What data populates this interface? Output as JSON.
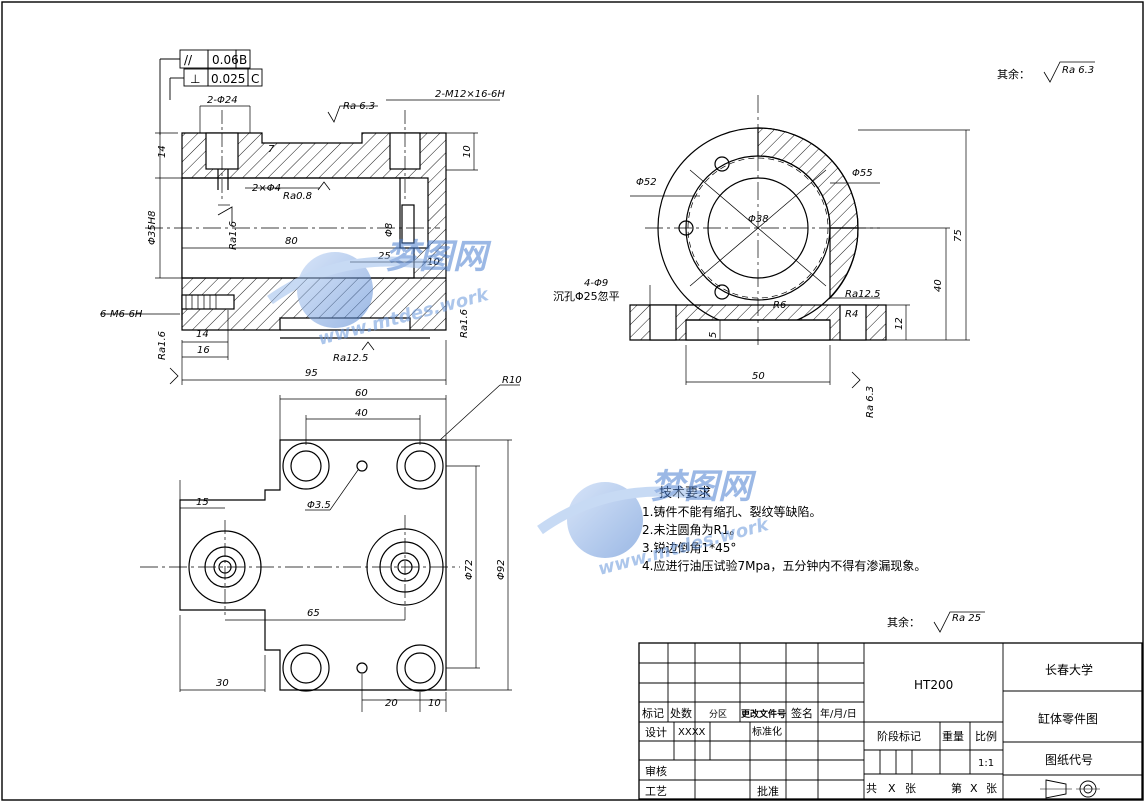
{
  "roughness": {
    "top_right_label": "其余：",
    "top_right_value": "Ra 6.3",
    "mid_right_label": "其余：",
    "mid_right_value": "Ra 25",
    "ra_63": "Ra 6.3",
    "ra_08": "Ra0.8",
    "ra_16a": "Ra1.6",
    "ra_16b": "Ra1.6",
    "ra_16c": "Ra1.6",
    "ra_125a": "Ra12.5",
    "ra_125b": "Ra12.5",
    "ra_63b": "Ra 6.3"
  },
  "tolerance": {
    "parallel_symbol": "//",
    "parallel_value": "0.06",
    "parallel_datum": "B",
    "perp_symbol": "⊥",
    "perp_value": "0.025",
    "perp_datum": "C"
  },
  "front_view": {
    "holes_2phi24": "2-Φ24",
    "thread_m12": "2-M12×16-6H",
    "dim_14": "14",
    "dim_7": "7",
    "dim_10": "10",
    "holes_2phi4": "2×Φ4",
    "dim_phi35": "Φ35H8",
    "dim_80": "80",
    "dim_phi8": "Φ8",
    "dim_25": "25",
    "dim_10b": "10",
    "thread_m6": "6-M6-6H",
    "dim_14b": "14",
    "dim_16": "16",
    "dim_95": "95"
  },
  "side_view": {
    "phi52": "Φ52",
    "phi55": "Φ55",
    "phi38": "Φ38",
    "dim_75": "75",
    "dim_40": "40",
    "holes_4phi9": "4-Φ9",
    "counterbore": "沉孔Φ25忽平",
    "r6": "R6",
    "r4": "R4",
    "dim_12": "12",
    "dim_5": "5",
    "dim_50": "50"
  },
  "top_view": {
    "r10": "R10",
    "dim_60": "60",
    "dim_40": "40",
    "dim_15": "15",
    "phi35": "Φ3.5",
    "dim_65": "65",
    "phi72": "Φ72",
    "phi92": "Φ92",
    "dim_30": "30",
    "dim_20": "20",
    "dim_10": "10"
  },
  "tech_requirements": {
    "title": "技术要求",
    "items": [
      "1.铸件不能有缩孔、裂纹等缺陷。",
      "2.未注圆角为R1。",
      "3.锐边倒角1*45°",
      "4.应进行油压试验7Mpa，五分钟内不得有渗漏现象。"
    ]
  },
  "title_block": {
    "material": "HT200",
    "university": "长春大学",
    "drawing_name": "缸体零件图",
    "drawing_code": "图纸代号",
    "biaoji": "标记",
    "chushu": "处数",
    "fenqu": "分区",
    "gengai": "更改文件号",
    "qianming": "签名",
    "nianyueri": "年/月/日",
    "sheji": "设计",
    "designer": "XXXX",
    "biaozhunhua": "标准化",
    "jieduan": "阶段标记",
    "zhongliang": "重量",
    "bili": "比例",
    "scale": "1:1",
    "shenhe": "审核",
    "gongyi": "工艺",
    "pizhun": "批准",
    "gong": "共",
    "x1": "X",
    "zhang1": "张",
    "di": "第",
    "x2": "X",
    "zhang2": "张"
  },
  "watermark": {
    "brand": "梦图网",
    "url1": "www.mtdes.work",
    "url2": "www.mtdes.work"
  },
  "colors": {
    "line": "#000000",
    "watermark_blue": "#4a7fd0",
    "watermark_light": "#9bbcec"
  }
}
